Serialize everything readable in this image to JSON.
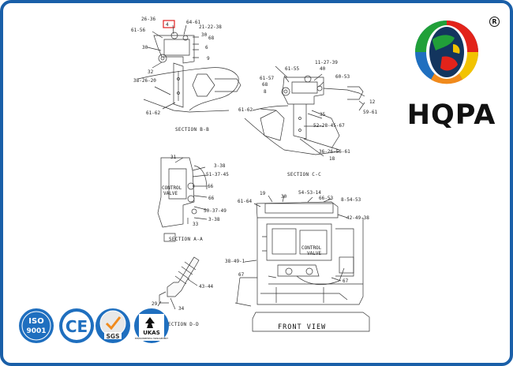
{
  "brand": {
    "name": "HQPA",
    "registered_mark": "R"
  },
  "labels": {
    "b": [
      "26-36",
      "4",
      "64-61",
      "61-56",
      "21-22-38",
      "30",
      "68",
      "6",
      "30",
      "9",
      "32",
      "38-26-20",
      "61-62"
    ],
    "c": [
      "11-27-39",
      "61-55",
      "40",
      "61-57",
      "60-53",
      "68",
      "8",
      "12",
      "59-61",
      "61-62",
      "35",
      "52-28-45-67",
      "36-26-56-61",
      "18"
    ],
    "a": [
      "31",
      "3-38",
      "51-37-45",
      "66",
      "CONTROL",
      "VALVE",
      "66",
      "50-37-49",
      "3-38",
      "33"
    ],
    "f": [
      "19",
      "54-53-14",
      "61-64",
      "30",
      "66-53",
      "8-54-53",
      "42-49-38",
      "38-49-1",
      "CONTROL",
      "VALVE",
      "67",
      "67"
    ],
    "d": [
      "43-44",
      "29",
      "34"
    ]
  },
  "sections": {
    "b_b": "SECTION B-B",
    "c_c": "SECTION C-C",
    "a_a": "SECTION A-A",
    "d_d": "SECTION D-D",
    "front": "FRONT VIEW"
  },
  "certs": {
    "iso": {
      "top": "ISO",
      "bottom": "9001"
    },
    "ce": "CE",
    "sgs": "SGS",
    "ukas": {
      "name": "UKAS",
      "sub": "ENVIRONMENTAL MANAGEMENT"
    }
  },
  "colors": {
    "frame": "#1a5fa8",
    "logo_red": "#e2231a",
    "logo_green": "#21a039",
    "logo_blue": "#1f6fbf",
    "logo_yellow": "#f2c300",
    "logo_orange": "#f08a1c",
    "callout_box": "#e02020"
  }
}
